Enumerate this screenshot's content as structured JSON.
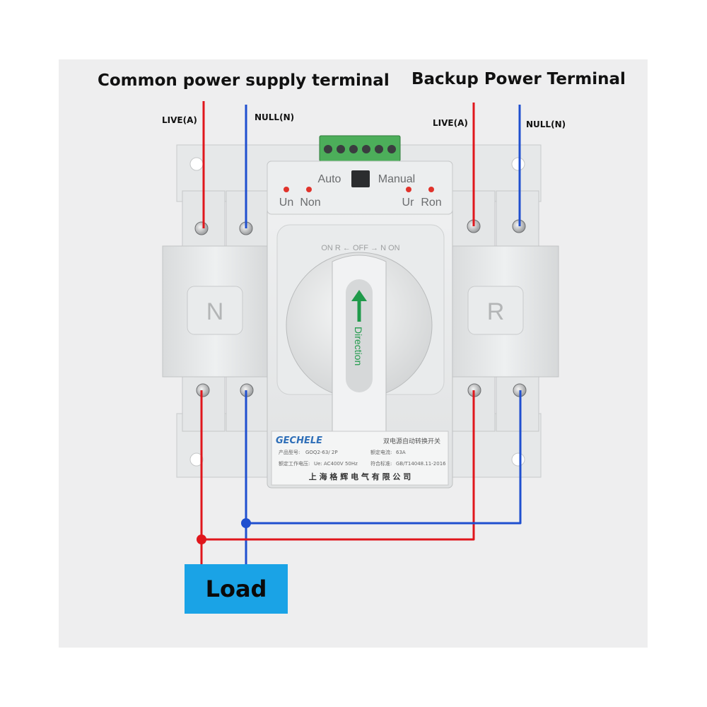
{
  "headings": {
    "common": "Common power supply terminal",
    "backup": "Backup Power Terminal"
  },
  "wire_labels": {
    "common_live": "LIVE(A)",
    "common_null": "NULL(N)",
    "backup_live": "LIVE(A)",
    "backup_null": "NULL(N)"
  },
  "panel": {
    "mode_auto": "Auto",
    "mode_manual": "Manual",
    "ind_un": "Un",
    "ind_non": "Non",
    "ind_ur": "Ur",
    "ind_ron": "Ron"
  },
  "side_buttons": {
    "left": "N",
    "right": "R"
  },
  "dial": {
    "scale": "ON  R ←  OFF  → N  ON",
    "handle_label": "Direction"
  },
  "nameplate": {
    "brand": "GECHELE",
    "title_cn": "双电源自动转换开关",
    "model_label": "产品型号:",
    "model_value": "GOQ2-63/ 2P",
    "current_label": "额定电流:",
    "current_value": "63A",
    "voltage_label": "额定工作电压:",
    "voltage_value": "Ue: AC400V 50Hz",
    "standard_label": "符合标准:",
    "standard_value": "GB/T14048.11-2016",
    "maker": "上 海 格 辉 电 气 有 限 公 司"
  },
  "load_label": "Load",
  "colors": {
    "live_wire": "#e0161c",
    "null_wire": "#1f4fcf",
    "load_box": "#1aa3e6",
    "terminal_block": "#4cae5a",
    "arrow": "#1f9a4a",
    "indicator": "#e0332b"
  }
}
